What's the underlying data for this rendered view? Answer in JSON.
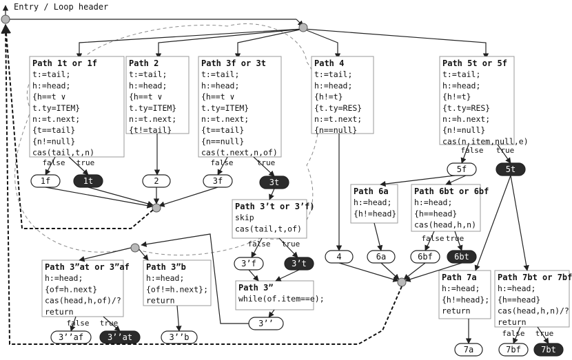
{
  "entry_label": "Entry / Loop header",
  "paths": [
    {
      "id": "p1",
      "title": "Path 1t or 1f",
      "lines": [
        "t:=tail;",
        "h:=head;",
        "{h==t ∨",
        "  t.ty=ITEM}",
        "n:=t.next;",
        "{t==tail}",
        "{n!=null}",
        "cas(tail,t,n)"
      ]
    },
    {
      "id": "p2",
      "title": "Path 2",
      "lines": [
        "t:=tail;",
        "h:=head;",
        "{h==t ∨",
        "  t.ty=ITEM}",
        "n:=t.next;",
        "{t!=tail}"
      ]
    },
    {
      "id": "p3",
      "title": "Path 3f or 3t",
      "lines": [
        "t:=tail;",
        "h:=head;",
        "{h==t ∨",
        "  t.ty=ITEM}",
        "n:=t.next;",
        "{t==tail}",
        "{n==null}",
        "cas(t.next,n,of)"
      ]
    },
    {
      "id": "p4",
      "title": "Path 4",
      "lines": [
        "t:=tail;",
        "h:=head;",
        "{h!=t}",
        "{t.ty=RES}",
        "n:=t.next;",
        "{n==null}"
      ]
    },
    {
      "id": "p5",
      "title": "Path 5t or 5f",
      "lines": [
        "t:=tail;",
        "h:=head;",
        "{h!=t}",
        "{t.ty=RES}",
        "n:=h.next;",
        "{n!=null}",
        "cas(n.item,null,e)"
      ]
    },
    {
      "id": "p6a",
      "title": "Path 6a",
      "lines": [
        "h:=head;",
        "{h!=head}"
      ]
    },
    {
      "id": "p6b",
      "title": "Path 6bt or 6bf",
      "lines": [
        "h:=head;",
        "{h==head}",
        "cas(head,h,n)"
      ]
    },
    {
      "id": "p3p",
      "title": "Path 3’t or 3’f)",
      "lines": [
        "skip",
        "cas(tail,t,of)"
      ]
    },
    {
      "id": "p3pp",
      "title": "Path 3”",
      "lines": [
        "while(of.item==e);"
      ]
    },
    {
      "id": "p3a",
      "title": "Path 3”at or 3”af",
      "lines": [
        "h:=head;",
        "{of=h.next}",
        "cas(head,h,of)/?",
        "return"
      ]
    },
    {
      "id": "p3b",
      "title": "Path 3”b",
      "lines": [
        "h:=head;",
        "{of!=h.next};",
        "return"
      ]
    },
    {
      "id": "p7a",
      "title": "Path 7a",
      "lines": [
        "h:=head;",
        "{h!=head};",
        "return"
      ]
    },
    {
      "id": "p7b",
      "title": "Path 7bt or 7bf",
      "lines": [
        "h:=head;",
        "{h==head}",
        "cas(head,h,n)/?",
        "return"
      ]
    }
  ],
  "states": [
    {
      "id": "s1f",
      "label": "1f",
      "dark": false
    },
    {
      "id": "s1t",
      "label": "1t",
      "dark": true
    },
    {
      "id": "s2",
      "label": "2",
      "dark": false
    },
    {
      "id": "s3f",
      "label": "3f",
      "dark": false
    },
    {
      "id": "s3t",
      "label": "3t",
      "dark": true
    },
    {
      "id": "s5f",
      "label": "5f",
      "dark": false
    },
    {
      "id": "s5t",
      "label": "5t",
      "dark": true
    },
    {
      "id": "s3pf",
      "label": "3’f",
      "dark": false
    },
    {
      "id": "s3pt",
      "label": "3’t",
      "dark": true
    },
    {
      "id": "s4",
      "label": "4",
      "dark": false
    },
    {
      "id": "s6a",
      "label": "6a",
      "dark": false
    },
    {
      "id": "s6bf",
      "label": "6bf",
      "dark": false
    },
    {
      "id": "s6bt",
      "label": "6bt",
      "dark": true
    },
    {
      "id": "s3pp",
      "label": "3’’",
      "dark": false
    },
    {
      "id": "s3af",
      "label": "3’’af",
      "dark": false
    },
    {
      "id": "s3at",
      "label": "3’’at",
      "dark": true
    },
    {
      "id": "s3b",
      "label": "3’’b",
      "dark": false
    },
    {
      "id": "s7a",
      "label": "7a",
      "dark": false
    },
    {
      "id": "s7bf",
      "label": "7bf",
      "dark": false
    },
    {
      "id": "s7bt",
      "label": "7bt",
      "dark": true
    }
  ],
  "branch_labels": [
    {
      "id": "b1f",
      "text": "false"
    },
    {
      "id": "b1t",
      "text": "true"
    },
    {
      "id": "b3f",
      "text": "false"
    },
    {
      "id": "b3t",
      "text": "true"
    },
    {
      "id": "b5f",
      "text": "false"
    },
    {
      "id": "b5t",
      "text": "true"
    },
    {
      "id": "b6f",
      "text": "false"
    },
    {
      "id": "b6t",
      "text": "true"
    },
    {
      "id": "b3pf",
      "text": "false"
    },
    {
      "id": "b3pt",
      "text": "true"
    },
    {
      "id": "b3af",
      "text": "false"
    },
    {
      "id": "b3at",
      "text": "true"
    },
    {
      "id": "b7f",
      "text": "false"
    },
    {
      "id": "b7t",
      "text": "true"
    }
  ],
  "colors": {
    "line": "#222222",
    "box_border": "#9a9a9a",
    "dark_state": "#2b2b2b",
    "junction_fill": "#b8b8b8",
    "cloud": "#888888"
  }
}
